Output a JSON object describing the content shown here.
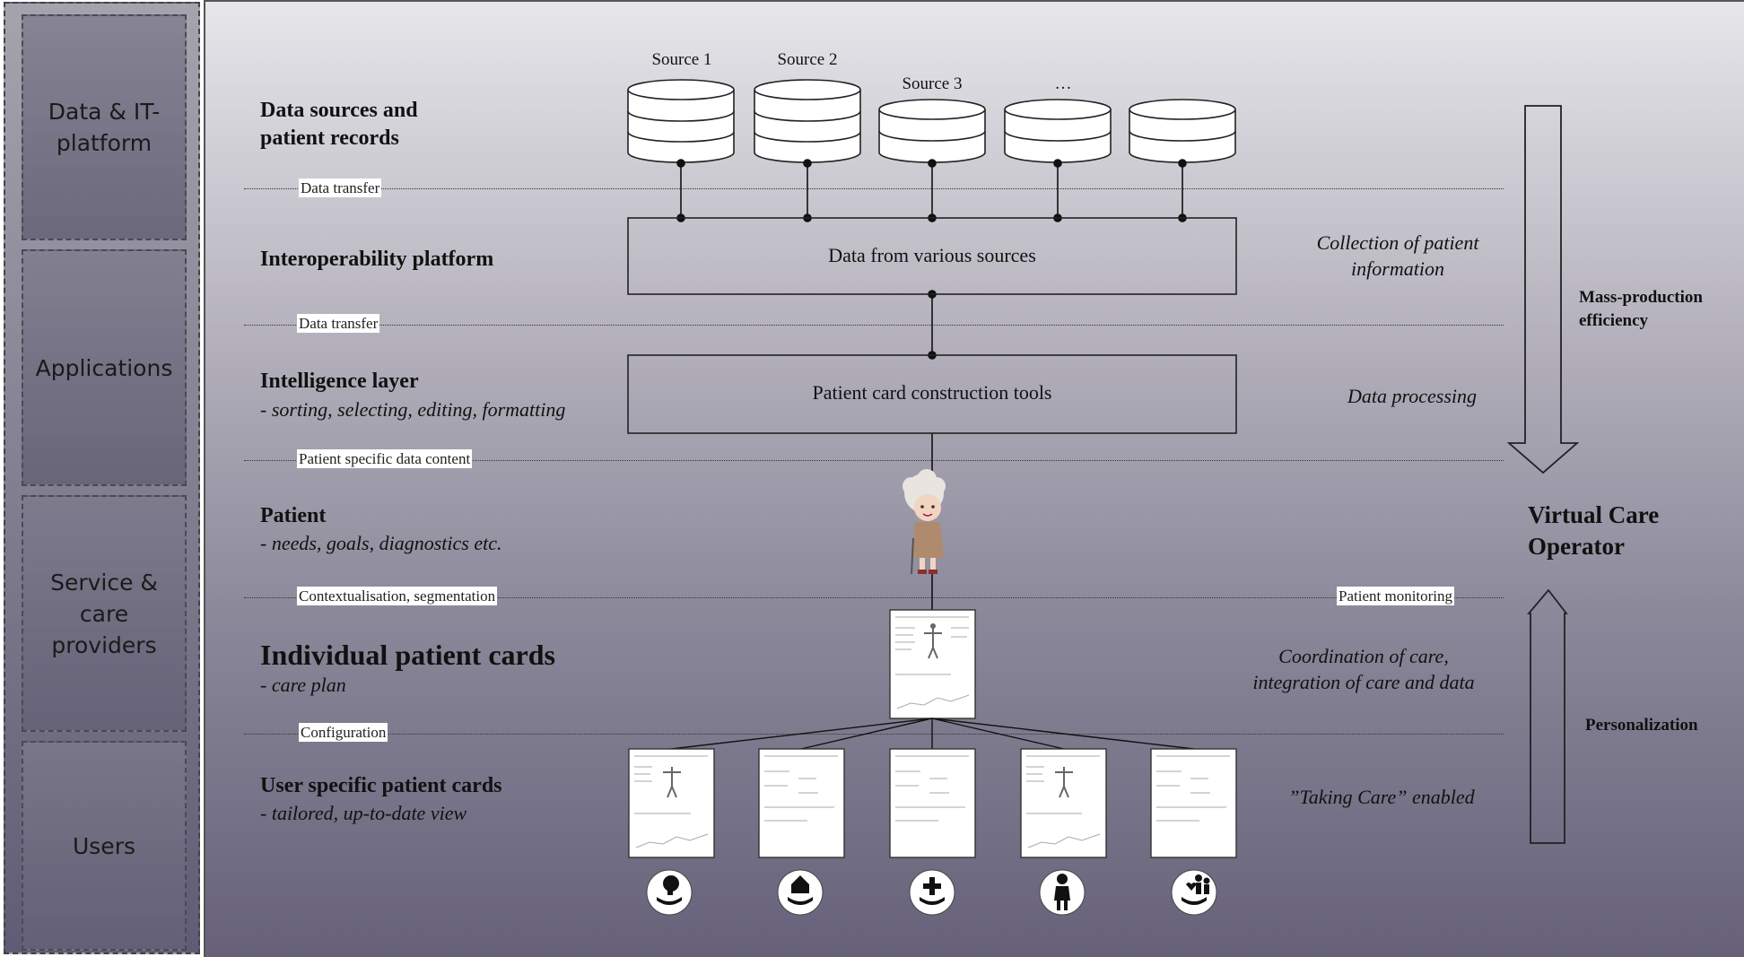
{
  "left_column": [
    {
      "label": "Data & IT-\nplatform"
    },
    {
      "label": "Applications"
    },
    {
      "label": "Service &\ncare\nproviders"
    },
    {
      "label": "Users"
    }
  ],
  "sources": [
    "Source 1",
    "Source 2",
    "Source 3",
    "…",
    ""
  ],
  "layers": {
    "data_sources": {
      "title": "Data sources and\npatient records"
    },
    "interop": {
      "title": "Interoperability platform",
      "box": "Data from various sources",
      "right": "Collection of patient\ninformation"
    },
    "intelligence": {
      "title": "Intelligence layer",
      "sub": "- sorting, selecting, editing, formatting",
      "box": "Patient card construction tools",
      "right": "Data processing"
    },
    "patient": {
      "title": "Patient",
      "sub": "- needs, goals, diagnostics etc."
    },
    "individual": {
      "title": "Individual patient cards",
      "sub": "- care plan",
      "right": "Coordination of care,\nintegration of care and data"
    },
    "user_specific": {
      "title": "User specific patient cards",
      "sub": "- tailored, up-to-date view",
      "right": "”Taking Care” enabled"
    }
  },
  "separators": {
    "s1": "Data transfer",
    "s2": "Data transfer",
    "s3": "Patient specific data content",
    "s4": "Contextualisation, segmentation",
    "s4_right": "Patient monitoring",
    "s5": "Configuration"
  },
  "right_side": {
    "mass_production": "Mass-production\nefficiency",
    "virtual_care_operator": "Virtual Care\nOperator",
    "personalization": "Personalization"
  },
  "user_icons": [
    "head-brain-hand-icon",
    "house-hand-icon",
    "medical-cross-hand-icon",
    "person-icon",
    "family-hand-icon"
  ]
}
